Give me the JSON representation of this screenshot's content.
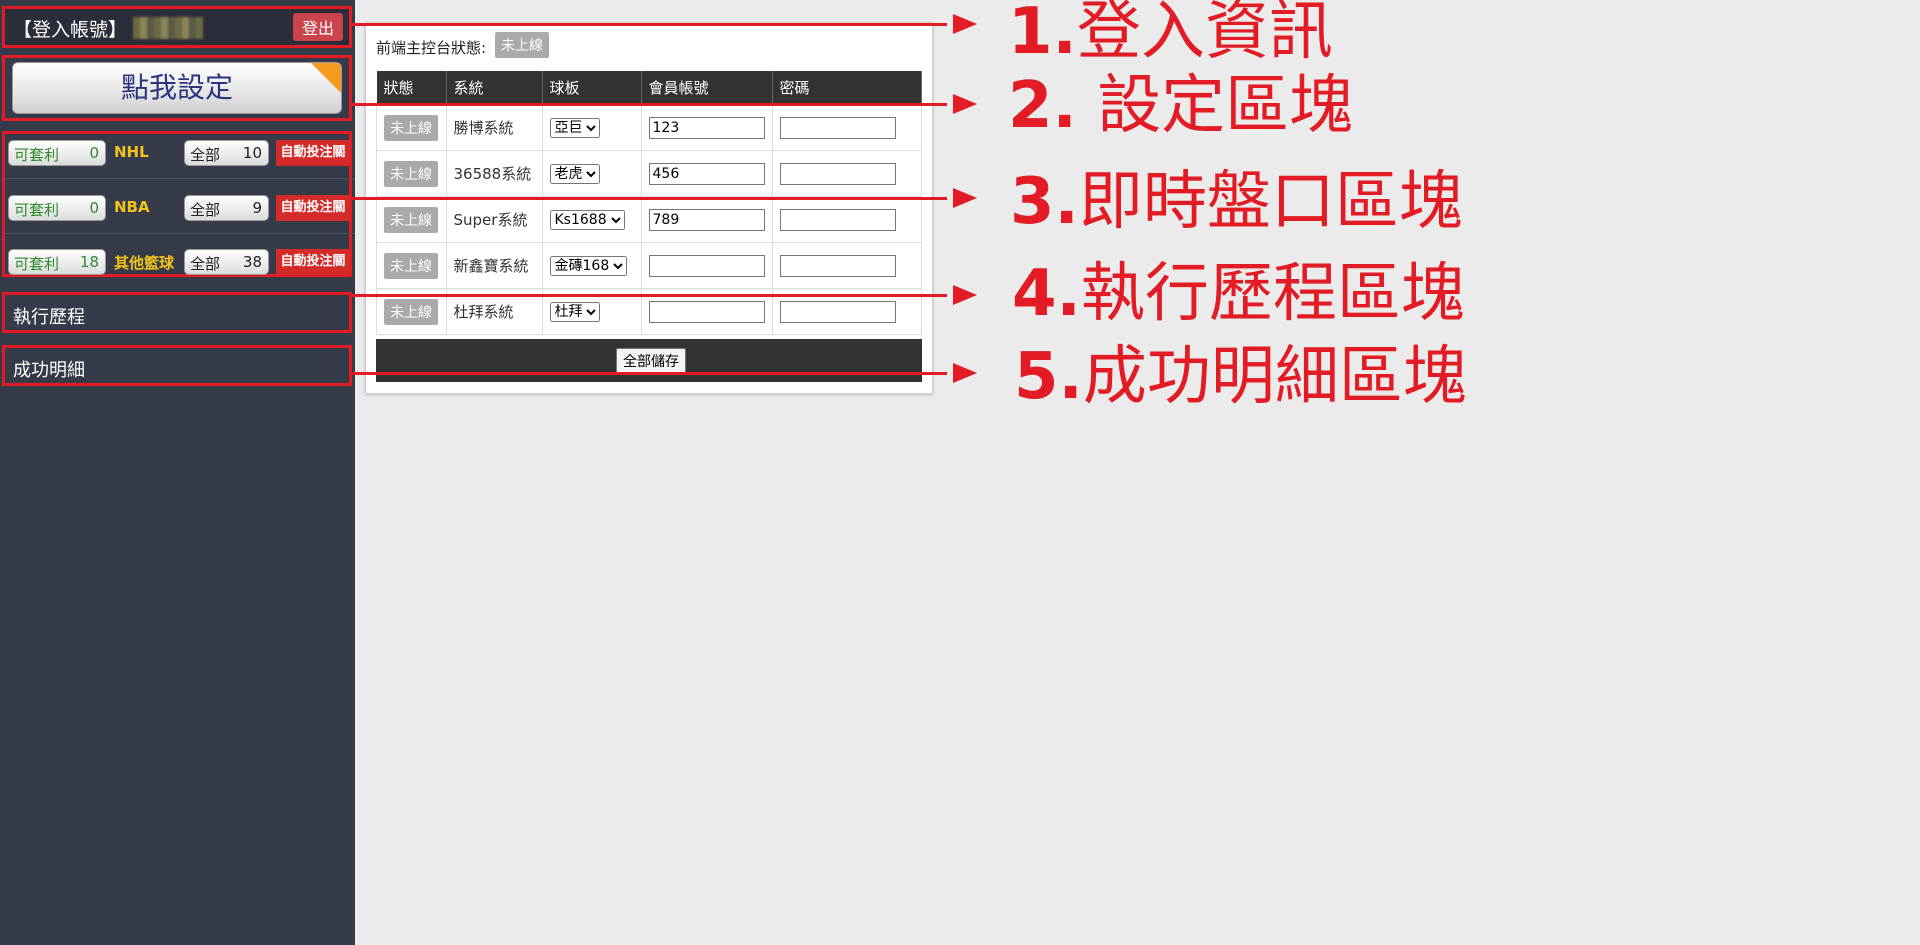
{
  "sidebar": {
    "login": {
      "label": "【登入帳號】",
      "logout": "登出"
    },
    "setting_button": "點我設定",
    "markets": [
      {
        "profit_label": "可套利",
        "profit_count": "0",
        "league": "NHL",
        "all_label": "全部",
        "all_count": "10",
        "auto_label": "自動投注關"
      },
      {
        "profit_label": "可套利",
        "profit_count": "0",
        "league": "NBA",
        "all_label": "全部",
        "all_count": "9",
        "auto_label": "自動投注關"
      },
      {
        "profit_label": "可套利",
        "profit_count": "18",
        "league": "其他籃球",
        "all_label": "全部",
        "all_count": "38",
        "auto_label": "自動投注關"
      }
    ],
    "history_title": "執行歷程",
    "success_title": "成功明細"
  },
  "panel": {
    "console_label": "前端主控台狀態:",
    "console_status": "未上線",
    "columns": [
      "狀態",
      "系統",
      "球板",
      "會員帳號",
      "密碼"
    ],
    "rows": [
      {
        "status": "未上線",
        "system": "勝博系統",
        "board": "亞巨",
        "account": "123",
        "password": ""
      },
      {
        "status": "未上線",
        "system": "36588系統",
        "board": "老虎",
        "account": "456",
        "password": ""
      },
      {
        "status": "未上線",
        "system": "Super系統",
        "board": "Ks1688",
        "account": "789",
        "password": ""
      },
      {
        "status": "未上線",
        "system": "新鑫寶系統",
        "board": "金磚168",
        "account": "",
        "password": ""
      },
      {
        "status": "未上線",
        "system": "杜拜系統",
        "board": "杜拜",
        "account": "",
        "password": ""
      }
    ],
    "save_all": "全部儲存"
  },
  "annotations": [
    {
      "num": "1.",
      "text": "登入資訊"
    },
    {
      "num": "2.",
      "text": " 設定區塊"
    },
    {
      "num": "3.",
      "text": "即時盤口區塊"
    },
    {
      "num": "4.",
      "text": "執行歷程區塊"
    },
    {
      "num": "5.",
      "text": "成功明細區塊"
    }
  ],
  "colors": {
    "sidebar_bg": "#363b4a",
    "annotation_red": "#e21b24",
    "league_yellow": "#f2c318",
    "profit_green": "#2d8a2d"
  }
}
